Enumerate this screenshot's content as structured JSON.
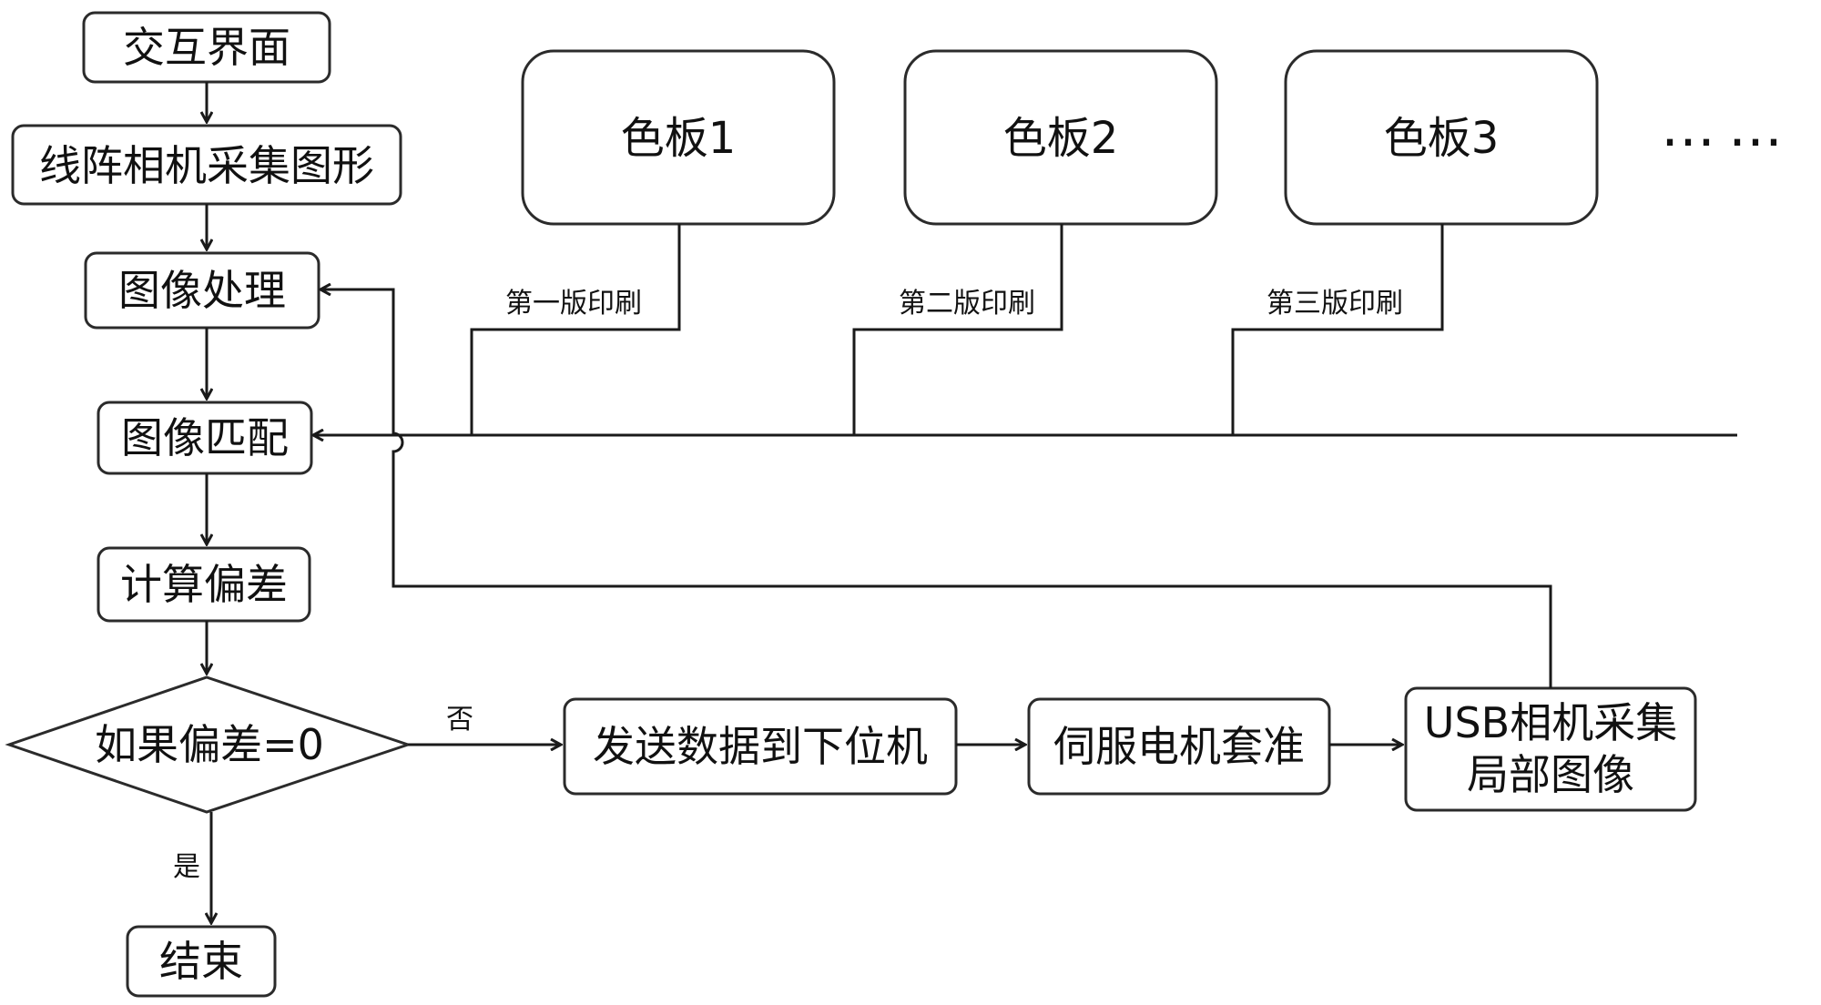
{
  "nodes": {
    "interface": "交互界面",
    "capture": "线阵相机采集图形",
    "processing": "图像处理",
    "matching": "图像匹配",
    "deviation": "计算偏差",
    "decision": "如果偏差=0",
    "end": "结束",
    "send": "发送数据到下位机",
    "servo": "伺服电机套准",
    "usb_line1": "USB相机采集",
    "usb_line2": "局部图像"
  },
  "color_plates": [
    "色板1",
    "色板2",
    "色板3"
  ],
  "plate_labels": [
    "第一版印刷",
    "第二版印刷",
    "第三版印刷"
  ],
  "ellipsis": "……",
  "edges": {
    "no": "否",
    "yes": "是"
  }
}
